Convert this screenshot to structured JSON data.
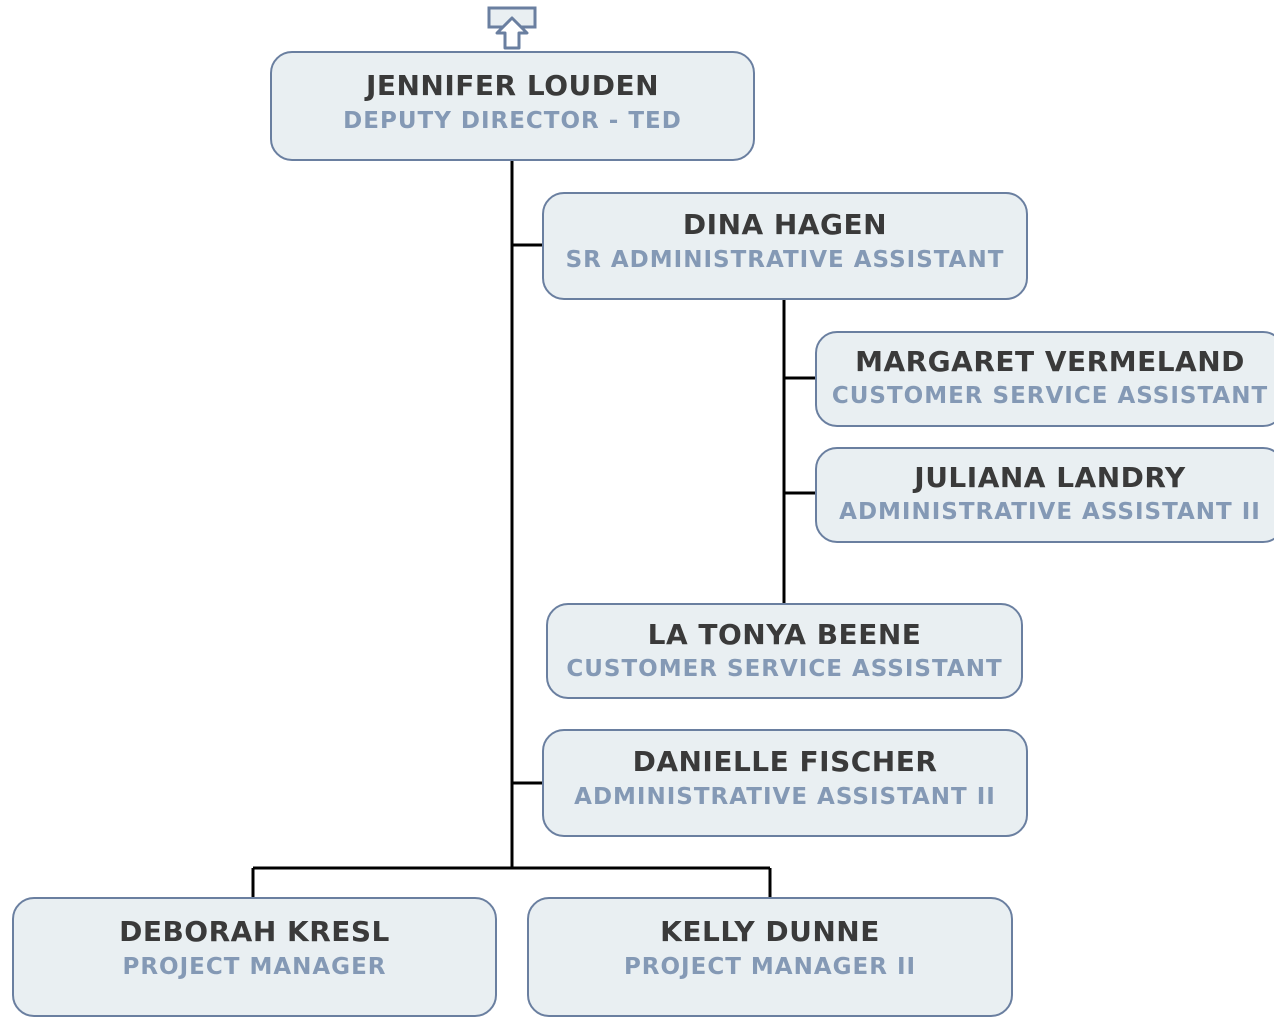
{
  "nav": {
    "up_icon": "arrow-up-icon"
  },
  "colors": {
    "box_fill": "#e9eff2",
    "box_border": "#6a7fa0",
    "name": "#3a3a3a",
    "title": "#8499b5",
    "line": "#000000"
  },
  "nodes": {
    "jennifer": {
      "name": "JENNIFER LOUDEN",
      "title": "DEPUTY DIRECTOR - TED"
    },
    "dina": {
      "name": "DINA HAGEN",
      "title": "SR ADMINISTRATIVE ASSISTANT"
    },
    "margaret": {
      "name": "MARGARET VERMELAND",
      "title": "CUSTOMER SERVICE ASSISTANT"
    },
    "juliana": {
      "name": "JULIANA LANDRY",
      "title": "ADMINISTRATIVE ASSISTANT II"
    },
    "latonya": {
      "name": "LA TONYA BEENE",
      "title": "CUSTOMER SERVICE ASSISTANT"
    },
    "danielle": {
      "name": "DANIELLE FISCHER",
      "title": "ADMINISTRATIVE ASSISTANT II"
    },
    "deborah": {
      "name": "DEBORAH KRESL",
      "title": "PROJECT MANAGER"
    },
    "kelly": {
      "name": "KELLY DUNNE",
      "title": "PROJECT MANAGER II"
    }
  }
}
